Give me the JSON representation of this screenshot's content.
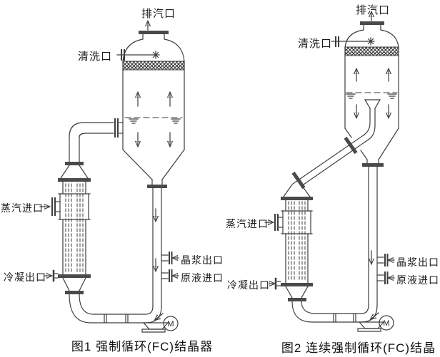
{
  "colors": {
    "line": "#3d3d3d",
    "text": "#1b1b1b",
    "background": "#ffffff"
  },
  "figure1": {
    "caption": "图1 强制循环(FC)结晶器",
    "labels": {
      "exhaust_port": "排汽口",
      "cleaning_port": "清洗口",
      "steam_inlet": "蒸汽进口",
      "condensate_outlet": "冷凝出口",
      "slurry_outlet": "晶浆出口",
      "feed_inlet": "原液进口",
      "motor": "M"
    }
  },
  "figure2": {
    "caption": "图2 连续强制循环(FC)结晶器",
    "labels": {
      "exhaust_port": "排汽口",
      "cleaning_port": "清洗口",
      "steam_inlet": "蒸汽进口",
      "condensate_outlet": "冷凝出口",
      "slurry_outlet": "晶浆出口",
      "feed_inlet": "原液进口",
      "motor": "M"
    }
  }
}
